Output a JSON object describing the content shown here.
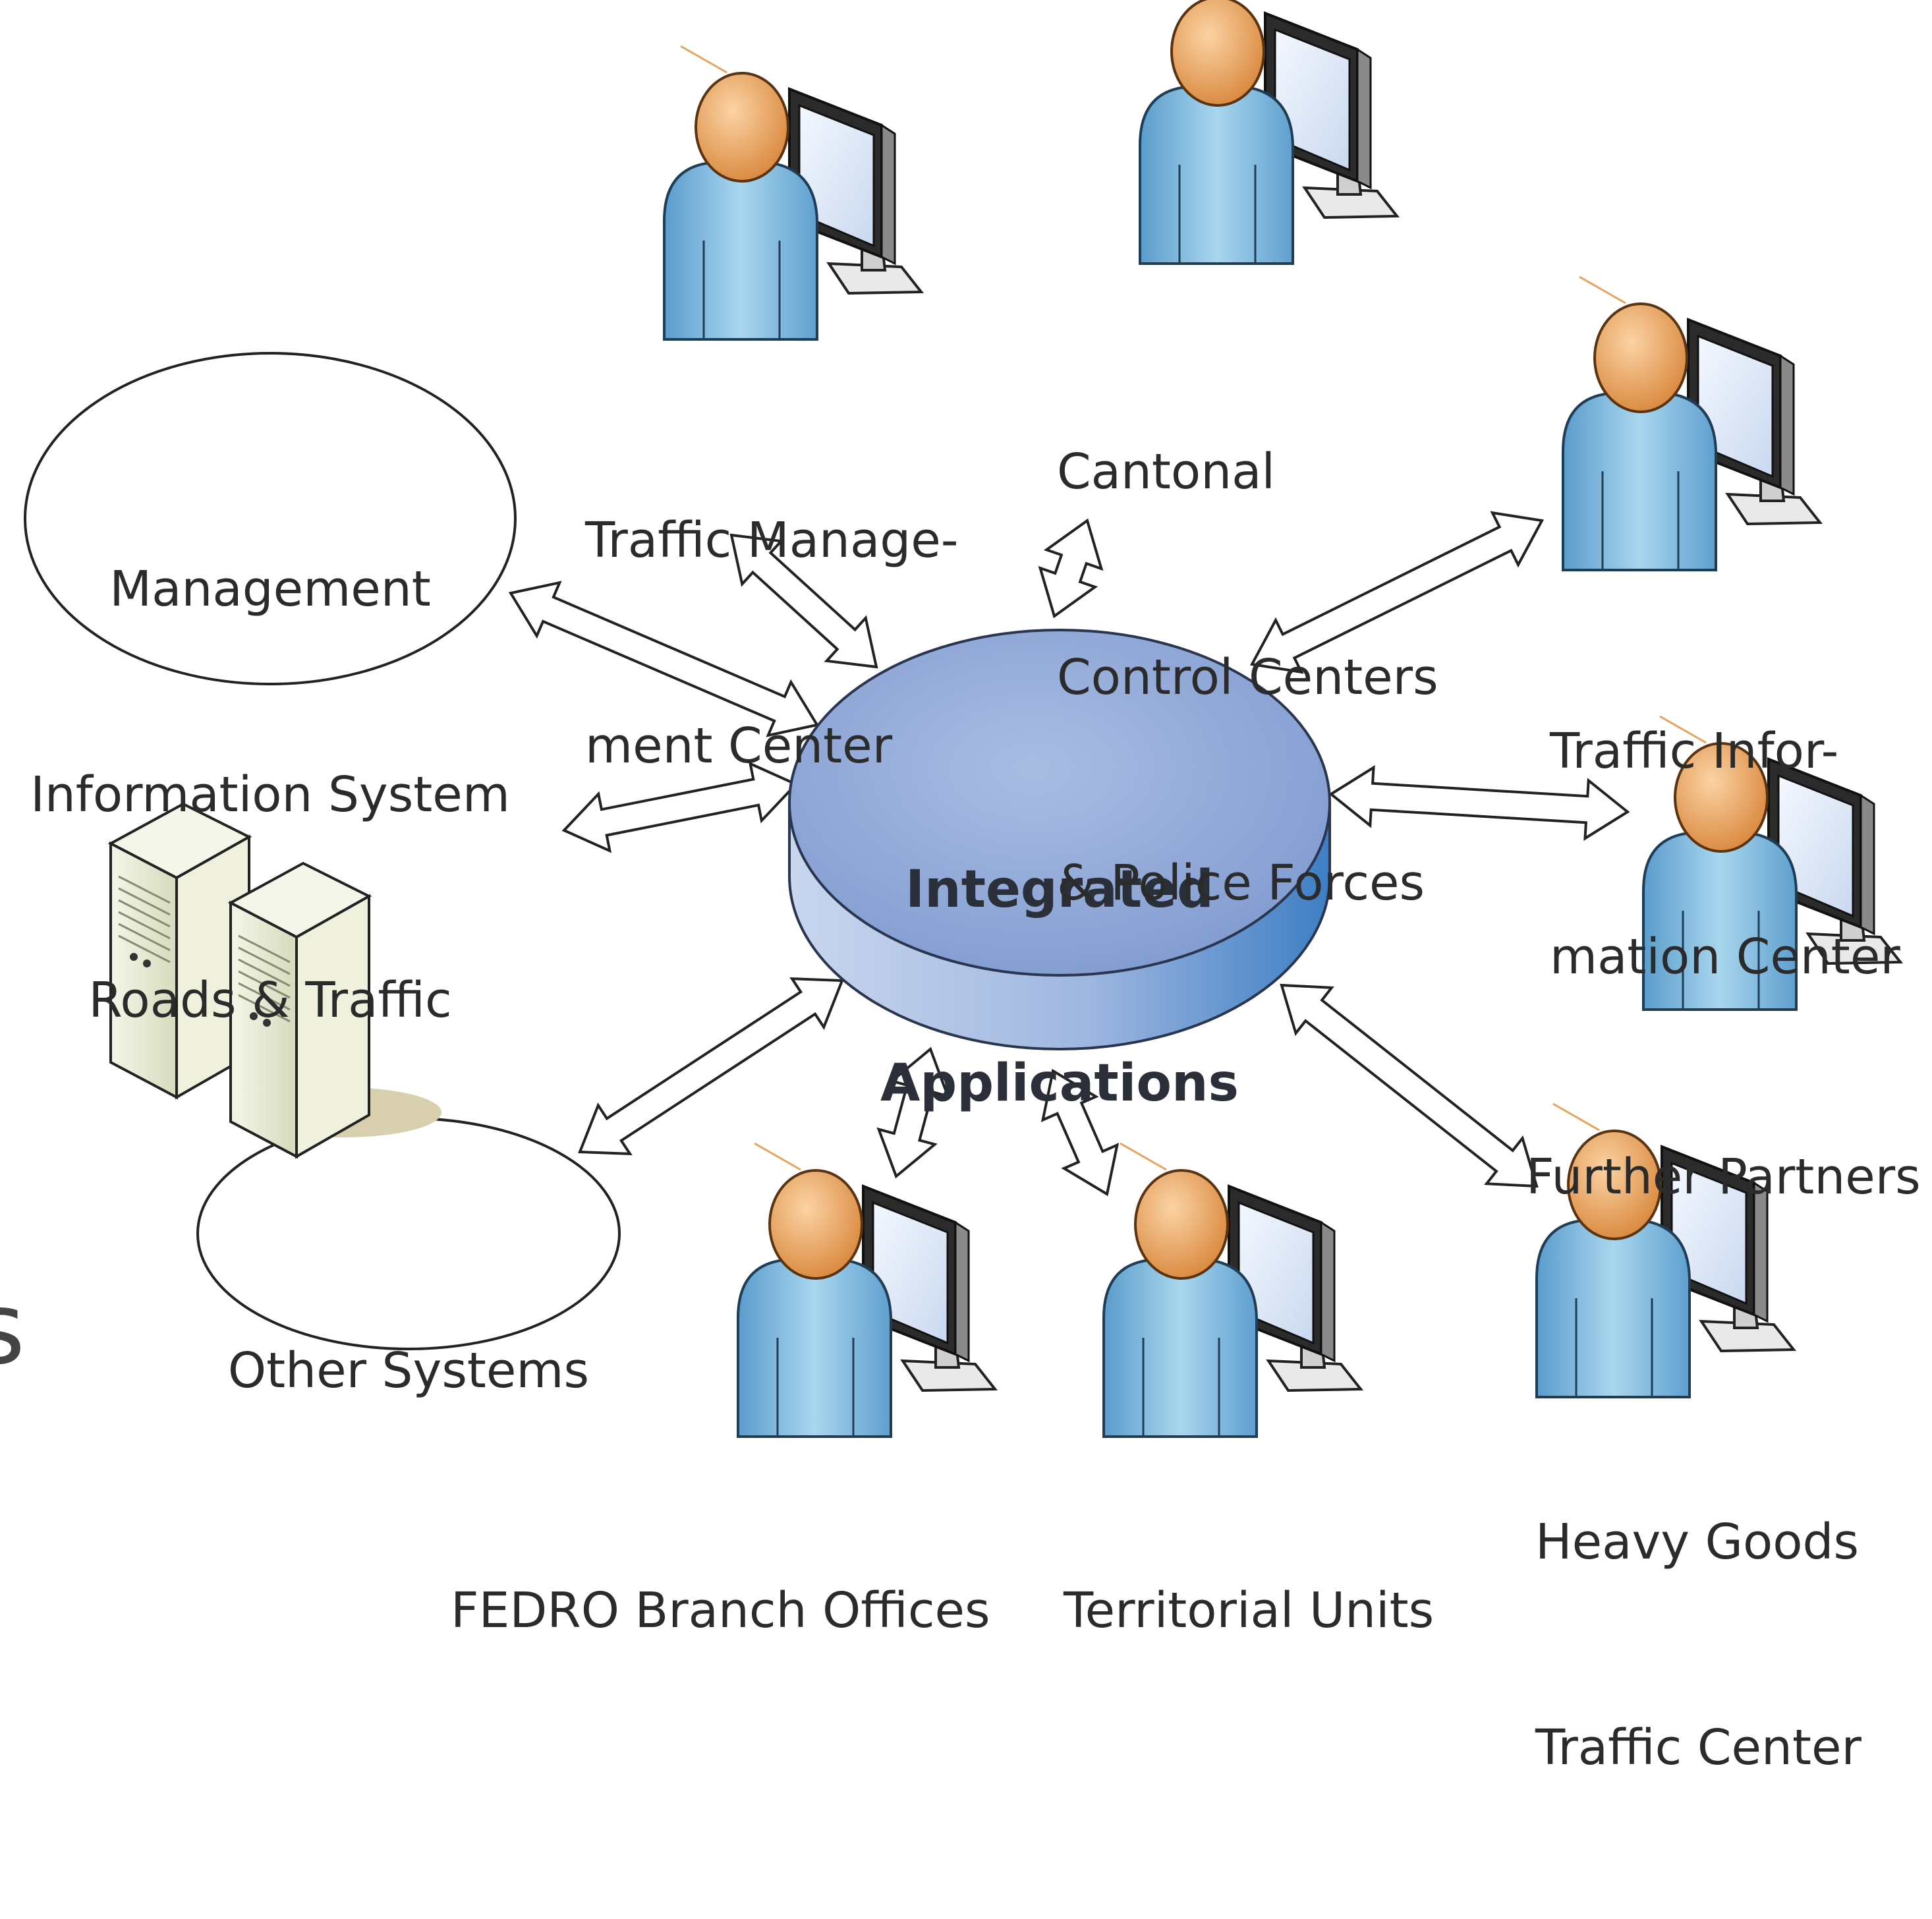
{
  "hub": {
    "label_line1": "Integrated",
    "label_line2": "Applications"
  },
  "nodes": {
    "traffic_management_center": {
      "line1": "Traffic Manage-",
      "line2": "ment Center",
      "icon": "user-workstation-icon"
    },
    "cantonal_control_centers": {
      "line1": "Cantonal",
      "line2": "Control Centers",
      "line3": "& Police Forces",
      "icon": "user-workstation-icon"
    },
    "traffic_information_center": {
      "line1": "Traffic Infor-",
      "line2": "mation Center",
      "icon": "user-workstation-icon"
    },
    "further_partners": {
      "line1": "Further Partners",
      "icon": "user-workstation-icon"
    },
    "heavy_goods_traffic_center": {
      "line1": "Heavy Goods",
      "line2": "Traffic Center",
      "icon": "user-workstation-icon"
    },
    "territorial_units": {
      "line1": "Territorial Units",
      "icon": "user-workstation-icon"
    },
    "fedro_branch_offices": {
      "line1": "FEDRO Branch Offices",
      "icon": "user-workstation-icon"
    },
    "other_systems": {
      "line1": "Other Systems",
      "icon": "server-rack-icon"
    },
    "management_information_system": {
      "line1": "Management",
      "line2": "Information System",
      "line3": "Roads & Traffic"
    }
  },
  "edge_fragments": {
    "left_edge_glyph": "s"
  },
  "colors": {
    "hub_top": "#8ea6d6",
    "hub_side_dark": "#3e7ec4",
    "person_body": "#7fb7d9",
    "person_head": "#e9a25c",
    "monitor_frame": "#2b2b2b",
    "monitor_screen": "#dfe9f7",
    "server_body": "#e9ecd6",
    "arrow_fill": "#ffffff",
    "arrow_stroke": "#222222",
    "ellipse_stroke": "#222222"
  }
}
